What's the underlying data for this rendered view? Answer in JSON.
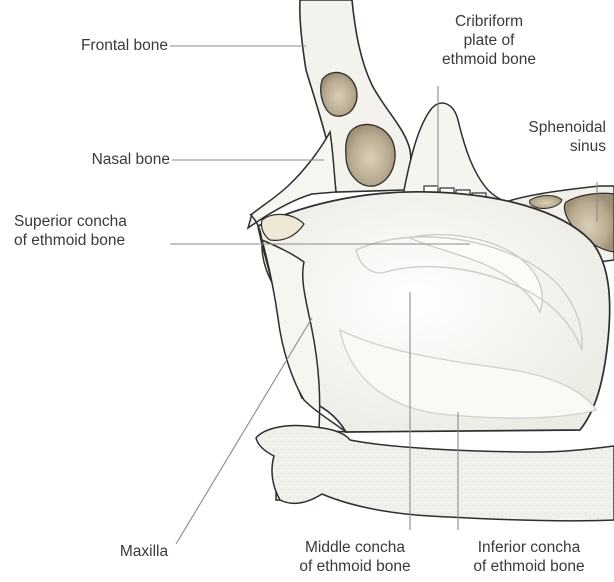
{
  "labels": {
    "frontal_bone": "Frontal bone",
    "cribriform_plate": [
      "Cribriform",
      "plate of",
      "ethmoid bone"
    ],
    "nasal_bone": "Nasal bone",
    "sphenoidal_sinus": [
      "Sphenoidal",
      "sinus"
    ],
    "superior_concha": [
      "Superior concha",
      "of ethmoid bone"
    ],
    "maxilla": "Maxilla",
    "middle_concha": [
      "Middle concha",
      "of ethmoid bone"
    ],
    "inferior_concha": [
      "Inferior concha",
      "of ethmoid bone"
    ]
  },
  "colors": {
    "bone_fill": "#f4f3ee",
    "sinus_fill": "#bdb19a",
    "outline": "#2e2e2e",
    "leader": "#8a8a8a",
    "text": "#3a3a3a"
  }
}
